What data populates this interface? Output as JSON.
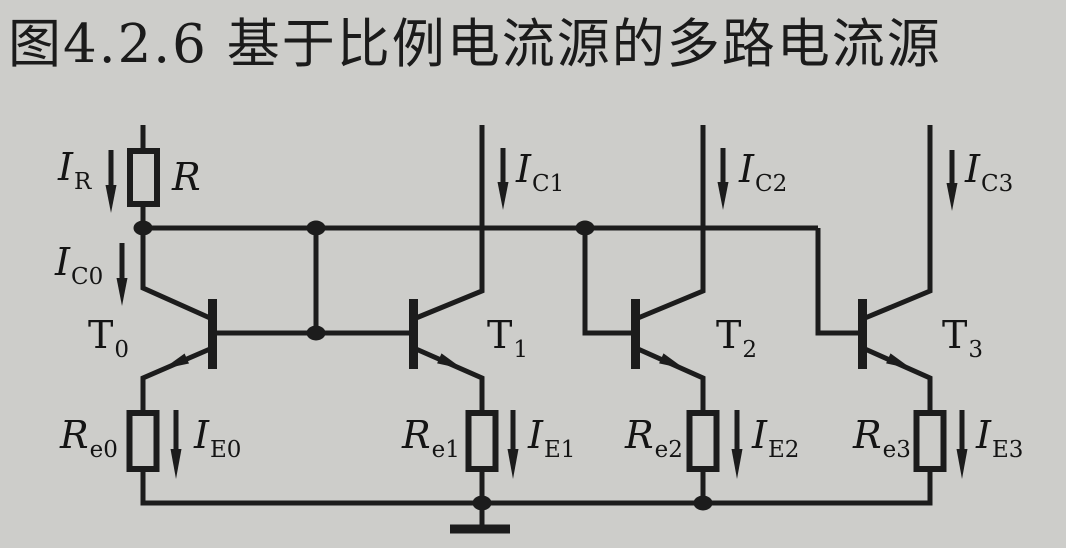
{
  "title": "图4.2.6 基于比例电流源的多路电流源",
  "colors": {
    "background": "#cdcdca",
    "line": "#1c1c1c",
    "text": "#141414"
  },
  "reference_branch": {
    "current": {
      "main": "I",
      "sub": "R"
    },
    "resistor": {
      "main": "R",
      "sub": ""
    }
  },
  "branches": [
    {
      "collector_current": {
        "main": "I",
        "sub": "C0"
      },
      "transistor": {
        "main": "T",
        "sub": "0"
      },
      "emitter_resistor": {
        "main": "R",
        "sub": "e0"
      },
      "emitter_current": {
        "main": "I",
        "sub": "E0"
      }
    },
    {
      "collector_current": {
        "main": "I",
        "sub": "C1"
      },
      "transistor": {
        "main": "T",
        "sub": "1"
      },
      "emitter_resistor": {
        "main": "R",
        "sub": "e1"
      },
      "emitter_current": {
        "main": "I",
        "sub": "E1"
      }
    },
    {
      "collector_current": {
        "main": "I",
        "sub": "C2"
      },
      "transistor": {
        "main": "T",
        "sub": "2"
      },
      "emitter_resistor": {
        "main": "R",
        "sub": "e2"
      },
      "emitter_current": {
        "main": "I",
        "sub": "E2"
      }
    },
    {
      "collector_current": {
        "main": "I",
        "sub": "C3"
      },
      "transistor": {
        "main": "T",
        "sub": "3"
      },
      "emitter_resistor": {
        "main": "R",
        "sub": "e3"
      },
      "emitter_current": {
        "main": "I",
        "sub": "E3"
      }
    }
  ]
}
